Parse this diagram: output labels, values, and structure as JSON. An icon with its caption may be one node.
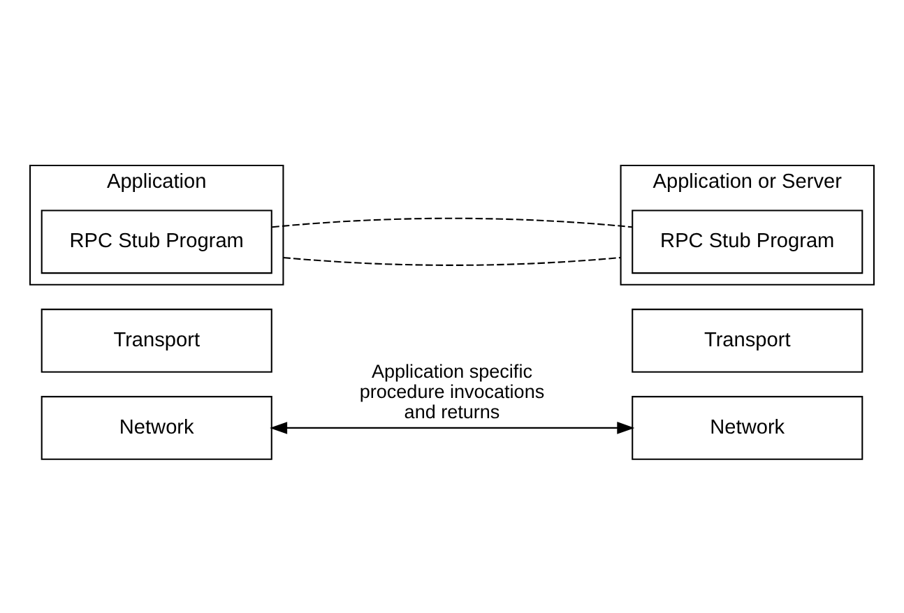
{
  "diagram": {
    "nodes": [
      {
        "text": [
          "Application"
        ]
      },
      {
        "text": [
          "RPC Stub Program"
        ],
        "in": 0
      },
      {
        "text": [
          "Transport"
        ]
      },
      {
        "text": [
          "Network"
        ]
      },
      {
        "text": [
          "Application or Server"
        ]
      },
      {
        "text": [
          "RPC Stub Program"
        ],
        "in": 4
      },
      {
        "text": [
          "Transport"
        ]
      },
      {
        "text": [
          "Network"
        ]
      }
    ],
    "edges": [
      {
        "from": 0,
        "to": 4,
        "arrow": "none",
        "style": "dashed"
      },
      {
        "from": 1,
        "to": 5,
        "arrow": "none",
        "style": "dashed"
      },
      {
        "from": 3,
        "to": 7,
        "arrow": "both",
        "label": "Application specific procedure invocations and returns"
      }
    ]
  }
}
